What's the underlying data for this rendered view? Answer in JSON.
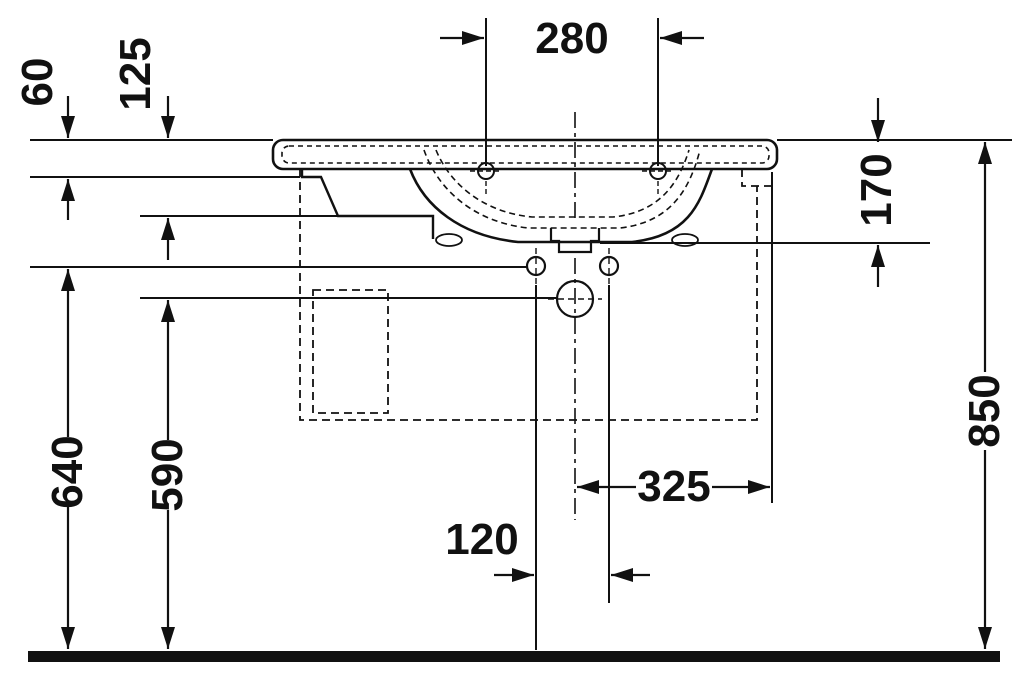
{
  "drawing": {
    "type": "washbasin-installation-technical-drawing",
    "units": "mm",
    "colors": {
      "line": "#111111",
      "background": "#ffffff"
    }
  },
  "dimensions": {
    "taphole_spacing": "280",
    "rim_edge_drop": "60",
    "basin_depth_front": "125",
    "drain_offset_from_rim": "170",
    "rim_height_above_floor": "850",
    "fixing_holes_height": "640",
    "drain_height": "590",
    "drain_to_right_edge": "325",
    "fixing_hole_spacing": "120"
  }
}
